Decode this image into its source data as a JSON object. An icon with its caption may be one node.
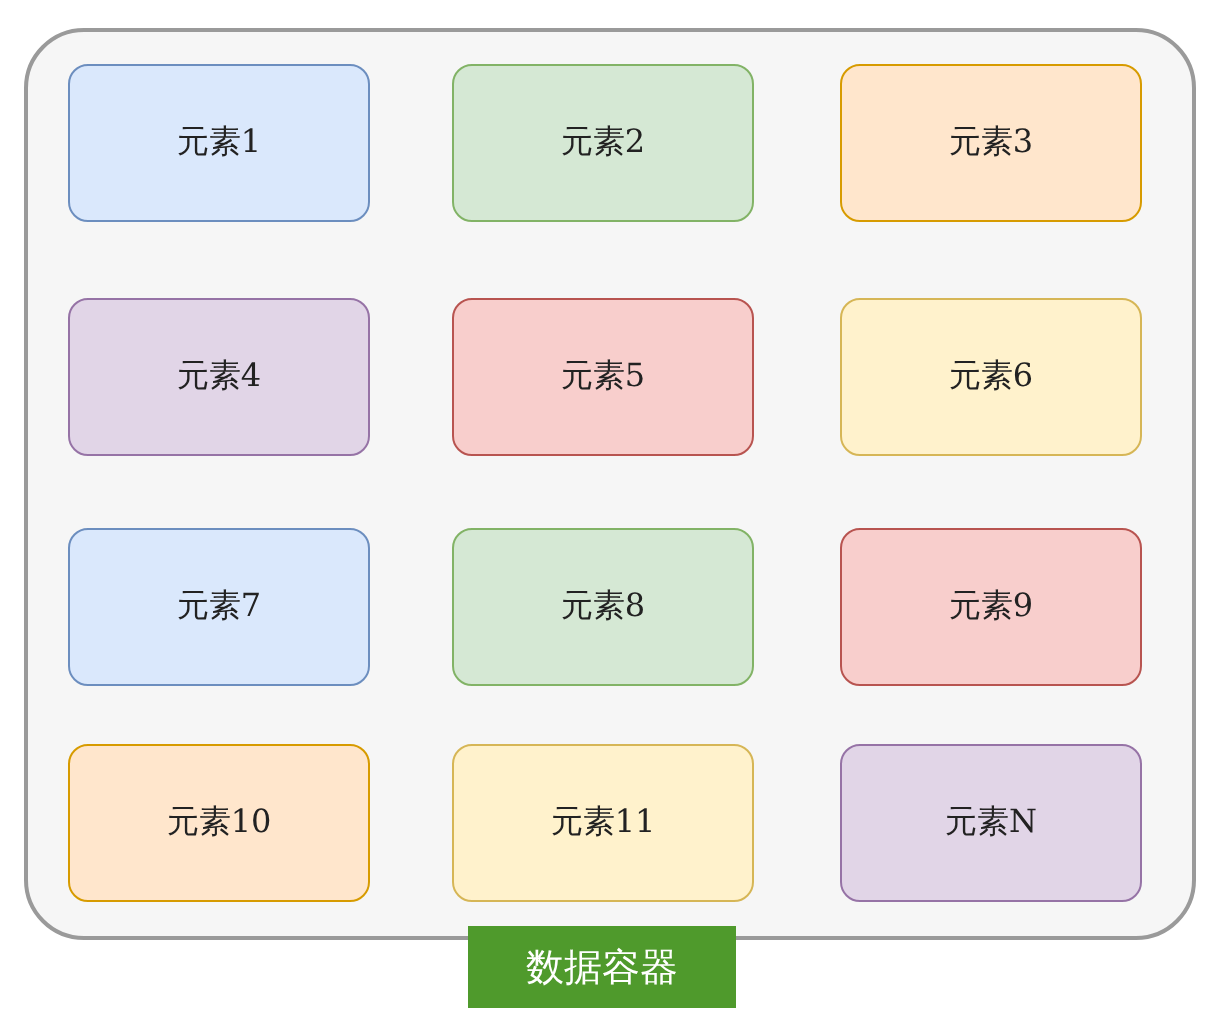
{
  "diagram": {
    "nodes": [
      {
        "text": [
          "数据容器"
        ]
      },
      {
        "text": [
          "元素1"
        ],
        "in": 0
      },
      {
        "text": [
          "元素2"
        ],
        "in": 0
      },
      {
        "text": [
          "元素3"
        ],
        "in": 0
      },
      {
        "text": [
          "元素4"
        ],
        "in": 0
      },
      {
        "text": [
          "元素5"
        ],
        "in": 0
      },
      {
        "text": [
          "元素6"
        ],
        "in": 0
      },
      {
        "text": [
          "元素7"
        ],
        "in": 0
      },
      {
        "text": [
          "元素8"
        ],
        "in": 0
      },
      {
        "text": [
          "元素9"
        ],
        "in": 0
      },
      {
        "text": [
          "元素10"
        ],
        "in": 0
      },
      {
        "text": [
          "元素11"
        ],
        "in": 0
      },
      {
        "text": [
          "元素N"
        ],
        "in": 0
      }
    ]
  }
}
